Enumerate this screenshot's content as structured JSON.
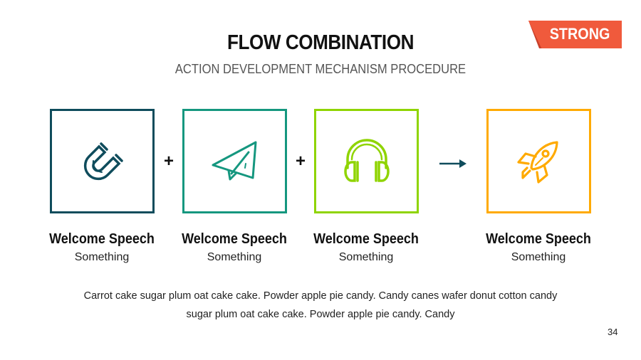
{
  "header": {
    "title": "FLOW COMBINATION",
    "subtitle": "ACTION DEVELOPMENT MECHANISM PROCEDURE",
    "badge": "STRONG"
  },
  "operators": {
    "plus1": "+",
    "plus2": "+"
  },
  "items": [
    {
      "icon": "magnet-icon",
      "color": "#0f4c5c",
      "title": "Welcome Speech",
      "subtitle": "Something"
    },
    {
      "icon": "paper-plane-icon",
      "color": "#15977f",
      "title": "Welcome Speech",
      "subtitle": "Something"
    },
    {
      "icon": "headphones-icon",
      "color": "#8fd400",
      "title": "Welcome Speech",
      "subtitle": "Something"
    },
    {
      "icon": "rocket-icon",
      "color": "#ffaa00",
      "title": "Welcome Speech",
      "subtitle": "Something"
    }
  ],
  "body": {
    "line1": "Carrot cake sugar plum oat cake cake. Powder apple pie candy. Candy canes wafer donut cotton candy",
    "line2": "sugar plum oat cake cake. Powder apple pie candy. Candy"
  },
  "page_number": "34",
  "colors": {
    "badge": "#f05a3c",
    "arrow": "#0f4c5c"
  }
}
